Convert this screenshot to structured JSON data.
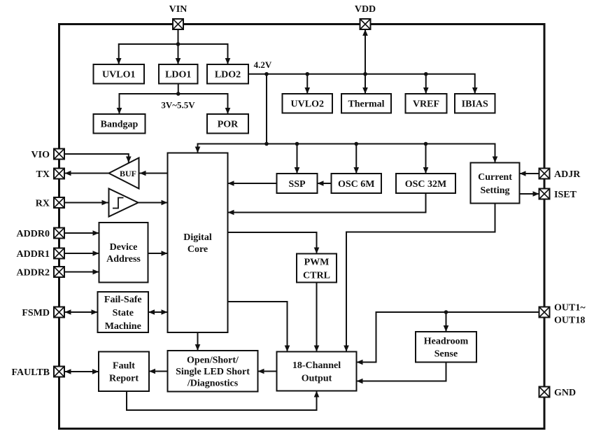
{
  "diagram": {
    "pins": [
      {
        "id": "VIN",
        "label": "VIN"
      },
      {
        "id": "VDD",
        "label": "VDD"
      },
      {
        "id": "VIO",
        "label": "VIO"
      },
      {
        "id": "TX",
        "label": "TX"
      },
      {
        "id": "RX",
        "label": "RX"
      },
      {
        "id": "ADDR0",
        "label": "ADDR0"
      },
      {
        "id": "ADDR1",
        "label": "ADDR1"
      },
      {
        "id": "ADDR2",
        "label": "ADDR2"
      },
      {
        "id": "FSMD",
        "label": "FSMD"
      },
      {
        "id": "FAULTB",
        "label": "FAULTB"
      },
      {
        "id": "ADJR",
        "label": "ADJR"
      },
      {
        "id": "ISET",
        "label": "ISET"
      },
      {
        "id": "OUT",
        "label": [
          "OUT1~",
          "OUT18"
        ]
      },
      {
        "id": "GND",
        "label": "GND"
      }
    ],
    "blocks": [
      {
        "id": "uvlo1",
        "lines": [
          "UVLO1"
        ]
      },
      {
        "id": "ldo1",
        "lines": [
          "LDO1"
        ]
      },
      {
        "id": "ldo2",
        "lines": [
          "LDO2"
        ]
      },
      {
        "id": "bandgap",
        "lines": [
          "Bandgap"
        ]
      },
      {
        "id": "por",
        "lines": [
          "POR"
        ]
      },
      {
        "id": "uvlo2",
        "lines": [
          "UVLO2"
        ]
      },
      {
        "id": "thermal",
        "lines": [
          "Thermal"
        ]
      },
      {
        "id": "vref",
        "lines": [
          "VREF"
        ]
      },
      {
        "id": "ibias",
        "lines": [
          "IBIAS"
        ]
      },
      {
        "id": "device-address",
        "lines": [
          "Device",
          "Address"
        ]
      },
      {
        "id": "digital-core",
        "lines": [
          "Digital",
          "Core"
        ]
      },
      {
        "id": "ssp",
        "lines": [
          "SSP"
        ]
      },
      {
        "id": "osc-6m",
        "lines": [
          "OSC 6M"
        ]
      },
      {
        "id": "osc-32m",
        "lines": [
          "OSC 32M"
        ]
      },
      {
        "id": "current-setting",
        "lines": [
          "Current",
          "Setting"
        ]
      },
      {
        "id": "pwm-ctrl",
        "lines": [
          "PWM",
          "CTRL"
        ]
      },
      {
        "id": "fail-safe-state-machine",
        "lines": [
          "Fail-Safe",
          "State",
          "Machine"
        ]
      },
      {
        "id": "fault-report",
        "lines": [
          "Fault",
          "Report"
        ]
      },
      {
        "id": "open-short-diagnostics",
        "lines": [
          "Open/Short/",
          "Single LED Short",
          "/Diagnostics"
        ]
      },
      {
        "id": "18-channel-output",
        "lines": [
          "18-Channel",
          "Output"
        ]
      },
      {
        "id": "headroom-sense",
        "lines": [
          "Headroom",
          "Sense"
        ]
      }
    ],
    "symbols": {
      "buffer_label": "BUF"
    },
    "annotations": [
      {
        "id": "v42",
        "text": "4.2V"
      },
      {
        "id": "vrange",
        "text": "3V~5.5V"
      }
    ]
  }
}
